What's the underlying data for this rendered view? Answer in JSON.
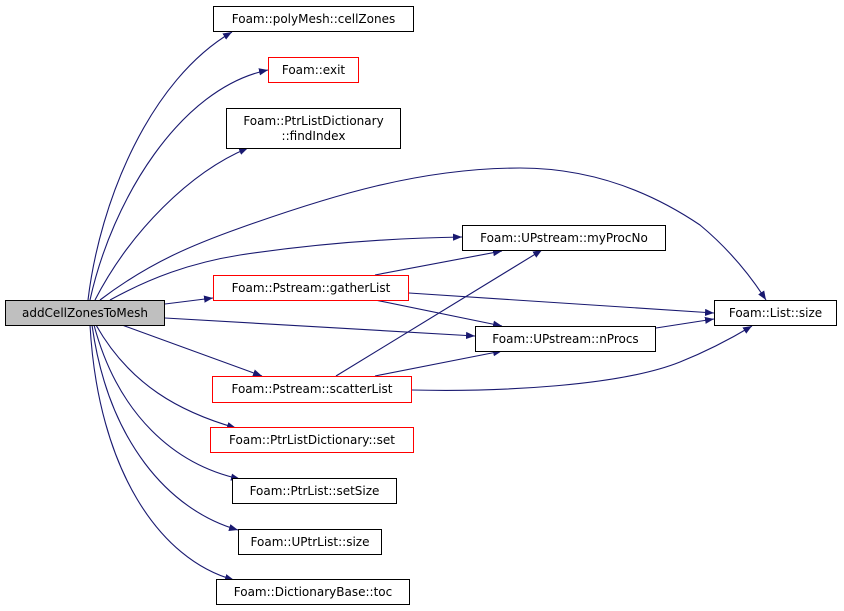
{
  "colors": {
    "edge": "#191970",
    "root_fill": "#bfbfbf",
    "node_border": "#000000",
    "truncated_border": "#ff0000"
  },
  "root": {
    "label": "addCellZonesToMesh"
  },
  "nodes": {
    "cellZones": {
      "label": "Foam::polyMesh::cellZones"
    },
    "exit": {
      "label": "Foam::exit"
    },
    "findIndex": {
      "line1": "Foam::PtrListDictionary",
      "line2": "::findIndex"
    },
    "myProcNo": {
      "label": "Foam::UPstream::myProcNo"
    },
    "gatherList": {
      "label": "Foam::Pstream::gatherList"
    },
    "listSize": {
      "label": "Foam::List::size"
    },
    "nProcs": {
      "label": "Foam::UPstream::nProcs"
    },
    "scatterList": {
      "label": "Foam::Pstream::scatterList"
    },
    "set": {
      "label": "Foam::PtrListDictionary::set"
    },
    "setSize": {
      "label": "Foam::PtrList::setSize"
    },
    "uptrSize": {
      "label": "Foam::UPtrList::size"
    },
    "toc": {
      "label": "Foam::DictionaryBase::toc"
    }
  },
  "edges": [
    {
      "from": "root",
      "to": "cellZones"
    },
    {
      "from": "root",
      "to": "exit"
    },
    {
      "from": "root",
      "to": "findIndex"
    },
    {
      "from": "root",
      "to": "listSize"
    },
    {
      "from": "root",
      "to": "myProcNo"
    },
    {
      "from": "root",
      "to": "gatherList"
    },
    {
      "from": "root",
      "to": "nProcs"
    },
    {
      "from": "root",
      "to": "scatterList"
    },
    {
      "from": "root",
      "to": "set"
    },
    {
      "from": "root",
      "to": "setSize"
    },
    {
      "from": "root",
      "to": "uptrSize"
    },
    {
      "from": "root",
      "to": "toc"
    },
    {
      "from": "gatherList",
      "to": "myProcNo"
    },
    {
      "from": "gatherList",
      "to": "listSize"
    },
    {
      "from": "gatherList",
      "to": "nProcs"
    },
    {
      "from": "scatterList",
      "to": "myProcNo"
    },
    {
      "from": "scatterList",
      "to": "nProcs"
    },
    {
      "from": "scatterList",
      "to": "listSize"
    },
    {
      "from": "nProcs",
      "to": "listSize"
    }
  ]
}
